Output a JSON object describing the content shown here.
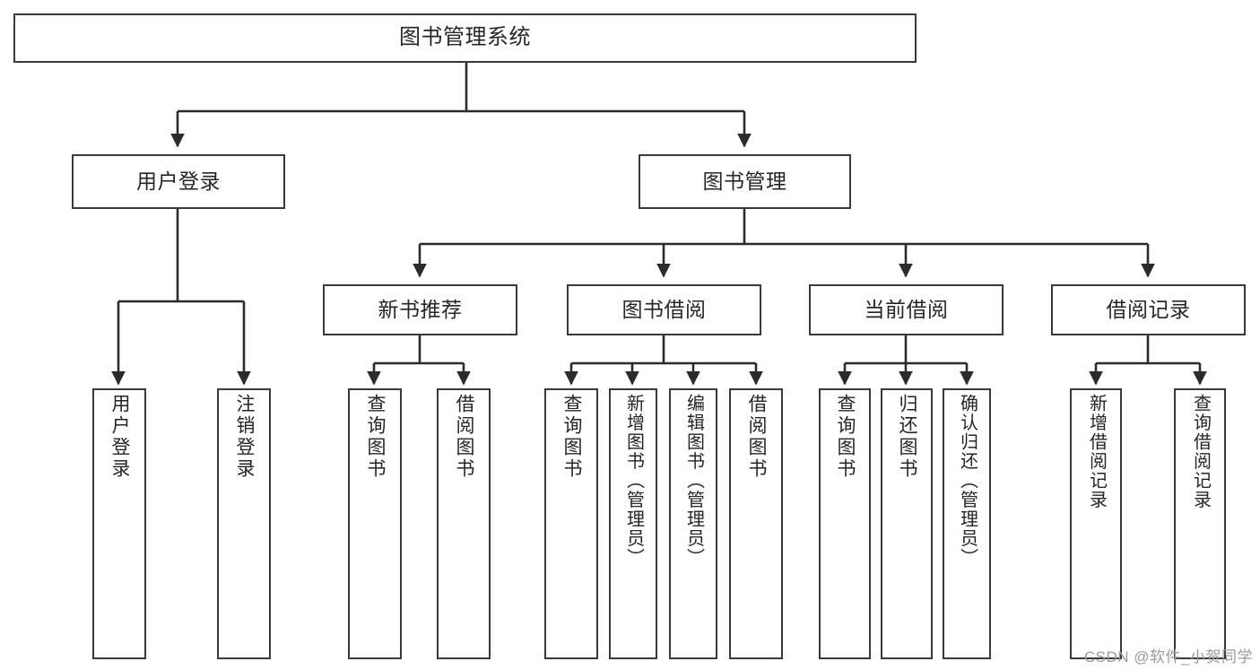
{
  "diagram": {
    "title": "图书管理系统",
    "type": "hierarchy-tree",
    "colors": {
      "box_border": "#3a3a3a",
      "box_fill": "#ffffff",
      "text": "#262626",
      "connector": "#2b2b2b",
      "watermark": "#9b9b9b"
    },
    "root": {
      "label": "图书管理系统"
    },
    "level1": [
      {
        "label": "用户登录"
      },
      {
        "label": "图书管理"
      }
    ],
    "level2": [
      {
        "label": "新书推荐"
      },
      {
        "label": "图书借阅"
      },
      {
        "label": "当前借阅"
      },
      {
        "label": "借阅记录"
      }
    ],
    "leaves": {
      "user_login": [
        {
          "label": "用户登录"
        },
        {
          "label": "注销登录"
        }
      ],
      "new_book_recommend": [
        {
          "label": "查询图书"
        },
        {
          "label": "借阅图书"
        }
      ],
      "book_borrow": [
        {
          "label": "查询图书"
        },
        {
          "label": "新增图书（管理员）"
        },
        {
          "label": "编辑图书（管理员）"
        },
        {
          "label": "借阅图书"
        }
      ],
      "current_borrow": [
        {
          "label": "查询图书"
        },
        {
          "label": "归还图书"
        },
        {
          "label": "确认归还（管理员）"
        }
      ],
      "borrow_record": [
        {
          "label": "新增借阅记录"
        },
        {
          "label": "查询借阅记录"
        }
      ]
    }
  },
  "watermark": {
    "text": "CSDN @软件_小贺同学"
  }
}
